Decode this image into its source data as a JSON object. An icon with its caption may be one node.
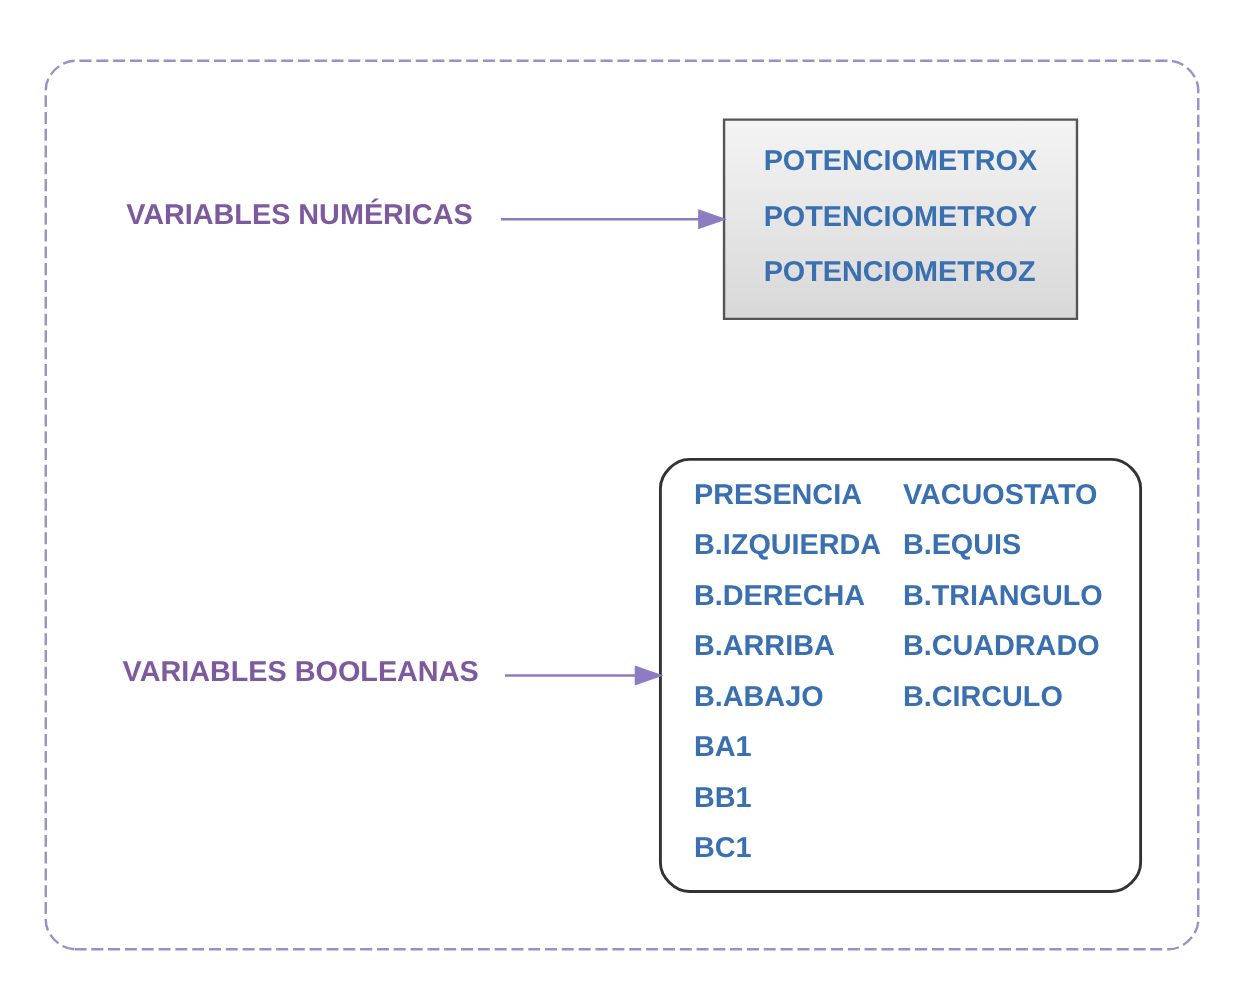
{
  "diagram": {
    "nodes": [
      {
        "text": [],
        "shape": "box"
      },
      {
        "text": [
          "VARIABLES NUMÉRICAS"
        ],
        "in": 0
      },
      {
        "text": [
          "POTENCIOMETROX",
          "POTENCIOMETROY",
          "POTENCIOMETROZ"
        ],
        "in": 0
      },
      {
        "text": [
          "VARIABLES BOOLEANAS"
        ],
        "in": 0
      },
      {
        "text": [
          "PRESENCIA",
          "B.IZQUIERDA",
          "B.DERECHA",
          "B.ARRIBA",
          "B.ABAJO",
          "BA1",
          "BB1",
          "BC1",
          "VACUOSTATO",
          "B.EQUIS",
          "B.TRIANGULO",
          "B.CUADRADO",
          "B.CIRCULO"
        ],
        "in": 0
      }
    ],
    "edges": [
      {
        "from": 1,
        "to": 2,
        "arrow": "to"
      },
      {
        "from": 3,
        "to": 4,
        "arrow": "to"
      }
    ]
  }
}
